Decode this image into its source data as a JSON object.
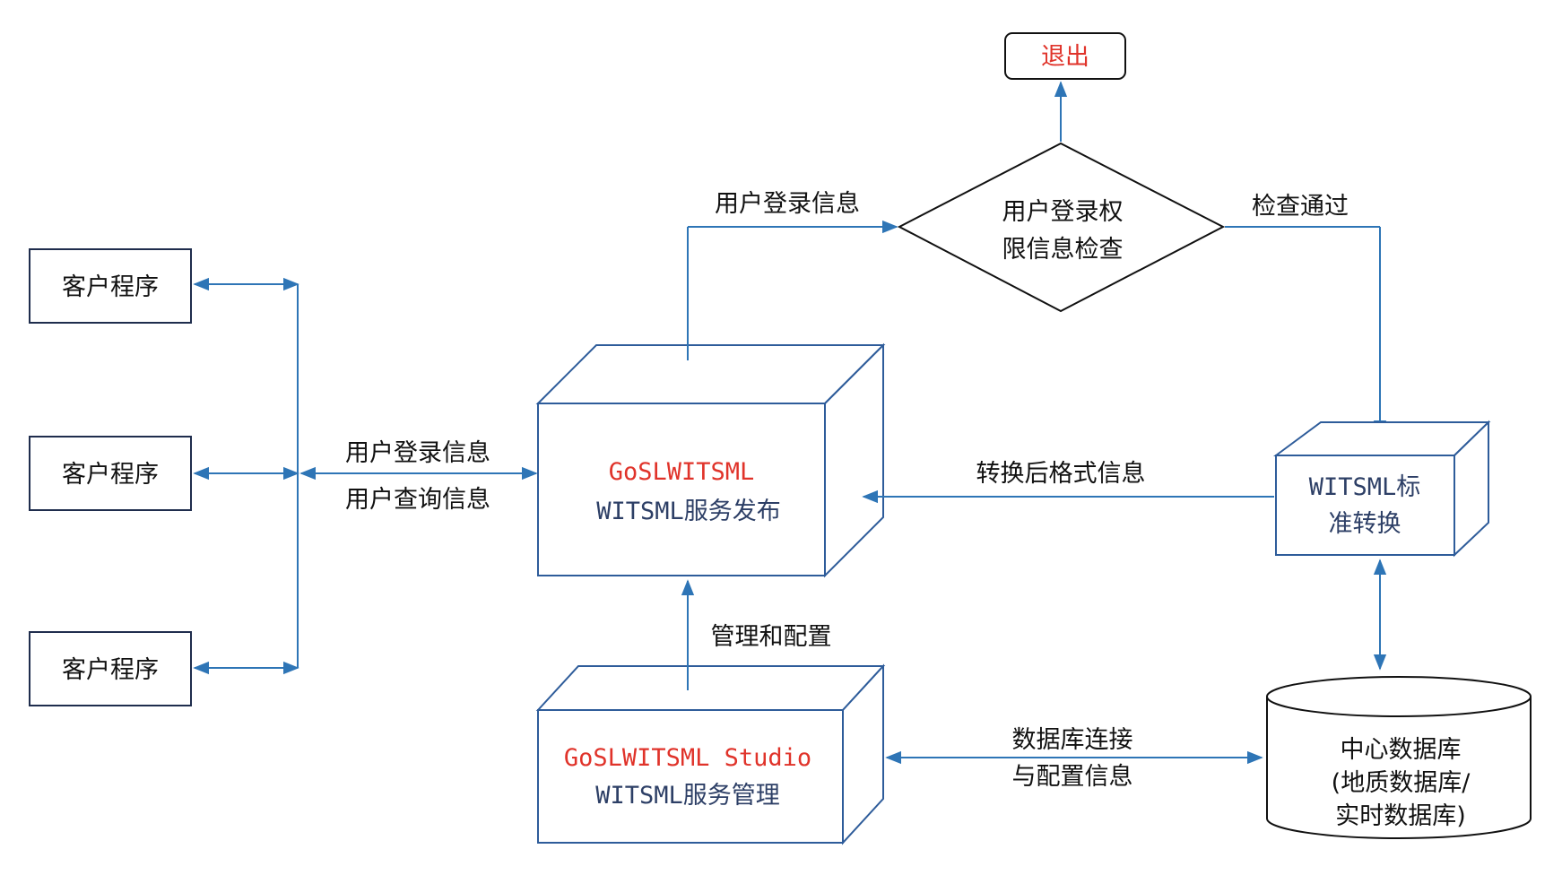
{
  "client_programs": [
    "客户程序",
    "客户程序",
    "客户程序"
  ],
  "edge_labels": {
    "login_info_top": "用户登录信息",
    "login_info_left": "用户登录信息",
    "query_info_left": "用户查询信息",
    "check_passed": "检查通过",
    "converted_info": "转换后格式信息",
    "manage_config": "管理和配置",
    "db_connect_line1": "数据库连接",
    "db_connect_line2": "与配置信息"
  },
  "exit": {
    "label": "退出"
  },
  "decision": {
    "line1": "用户登录权",
    "line2": "限信息检查"
  },
  "publish": {
    "title": "GoSLWITSML",
    "subtitle": "WITSML服务发布"
  },
  "studio": {
    "title": "GoSLWITSML Studio",
    "subtitle": "WITSML服务管理"
  },
  "convert": {
    "line1": "WITSML标",
    "line2": "准转换"
  },
  "database": {
    "line1": "中心数据库",
    "line2": "(地质数据库/",
    "line3": "实时数据库)"
  },
  "colors": {
    "line": "#2e75b6",
    "accent_red": "#e0332a",
    "navy": "#2d3f66"
  }
}
